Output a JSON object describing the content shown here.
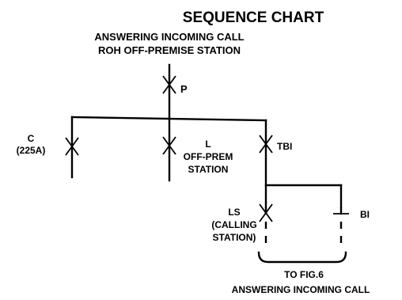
{
  "title": "SEQUENCE CHART",
  "subtitle": [
    "ANSWERING INCOMING CALL",
    "ROH OFF-PREMISE STATION"
  ],
  "nodes": {
    "P": {
      "label": "P"
    },
    "C": {
      "label": [
        "C",
        "(225A)"
      ]
    },
    "L": {
      "label": [
        "L",
        "OFF-PREM",
        "STATION"
      ]
    },
    "TB1": {
      "label": "TBI"
    },
    "LS": {
      "label": [
        "LS",
        "(CALLING",
        "STATION)"
      ]
    },
    "B1": {
      "label": "BI"
    }
  },
  "footer": [
    "TO FIG.6",
    "ANSWERING INCOMING CALL"
  ]
}
